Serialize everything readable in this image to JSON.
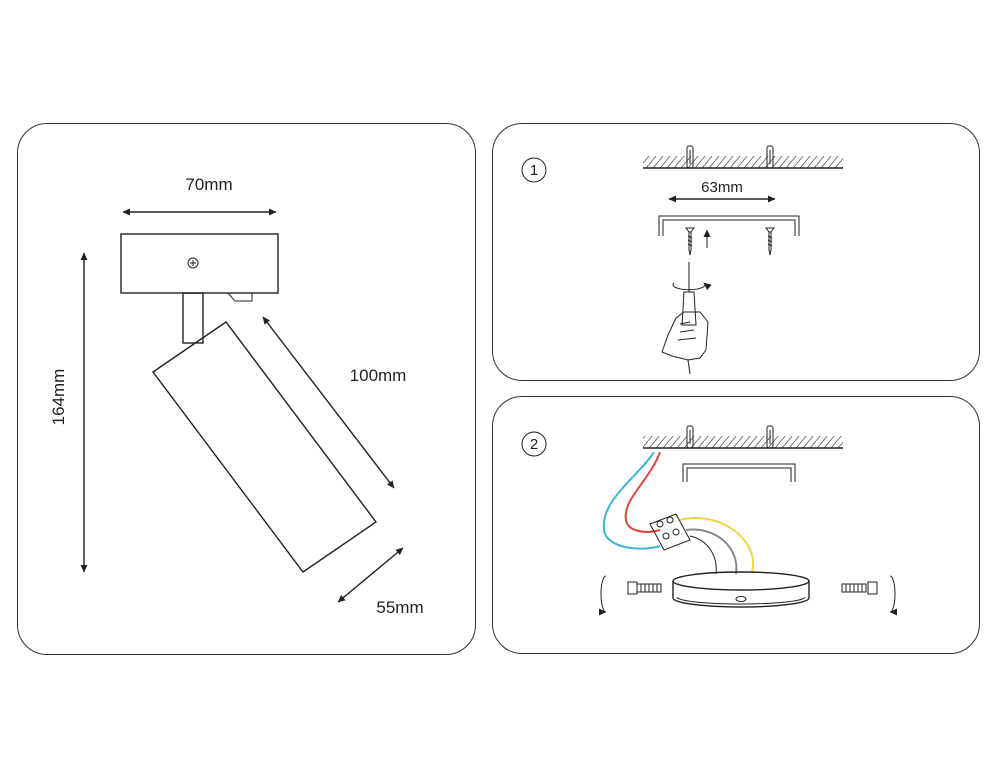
{
  "dimensions": {
    "width": "70mm",
    "height": "164mm",
    "length": "100mm",
    "diameter": "55mm"
  },
  "step1": {
    "number": "1",
    "spacing": "63mm"
  },
  "step2": {
    "number": "2"
  },
  "wire_colors": {
    "blue": "#3cb4dc",
    "red": "#e0443c",
    "yellow": "#f2d340",
    "neutral": "#888888"
  }
}
